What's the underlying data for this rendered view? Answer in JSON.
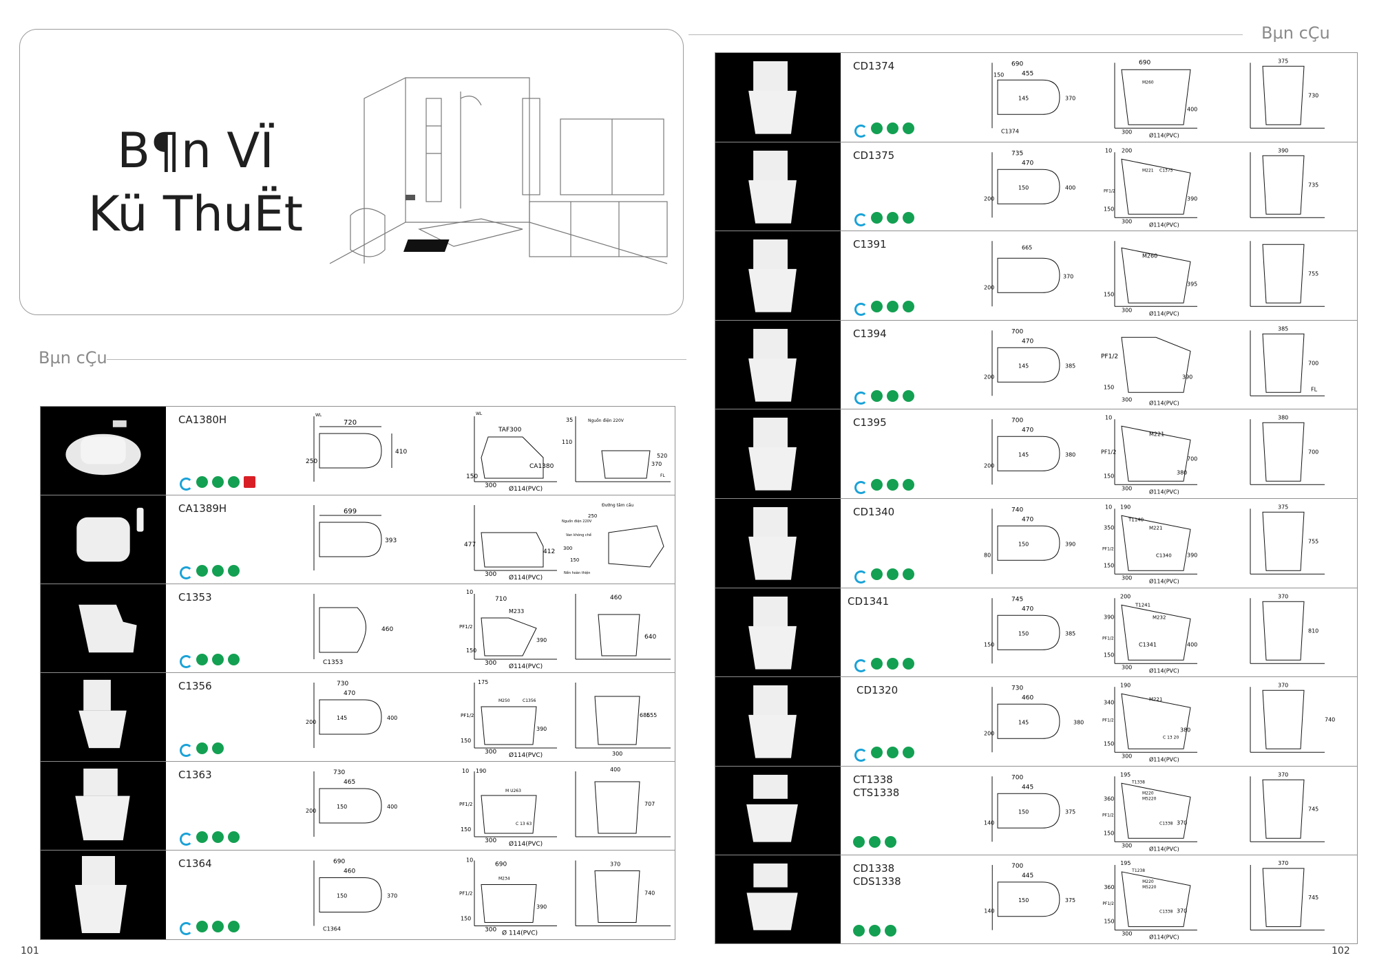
{
  "hero": {
    "title_line1": "B¶n VÏ",
    "title_line2": "Kü ThuËt"
  },
  "sections": {
    "left_label": "Bµn cÇu",
    "right_label": "Bµn cÇu"
  },
  "left_rows": [
    {
      "model": "CA1380H",
      "badges": [
        "drop",
        "green",
        "green",
        "green",
        "if"
      ]
    },
    {
      "model": "CA1389H",
      "badges": [
        "drop",
        "green",
        "green",
        "green"
      ]
    },
    {
      "model": "C1353",
      "badges": [
        "drop",
        "green",
        "green",
        "green"
      ]
    },
    {
      "model": "C1356",
      "badges": [
        "drop",
        "green",
        "green"
      ]
    },
    {
      "model": "C1363",
      "badges": [
        "drop",
        "green",
        "green",
        "green"
      ]
    },
    {
      "model": "C1364",
      "badges": [
        "drop",
        "green",
        "green",
        "green"
      ]
    }
  ],
  "right_rows": [
    {
      "model": "CD1374",
      "badges": [
        "drop",
        "green",
        "green",
        "green"
      ]
    },
    {
      "model": "CD1375",
      "badges": [
        "drop",
        "green",
        "green",
        "green"
      ]
    },
    {
      "model": "C1391",
      "badges": [
        "drop",
        "green",
        "green",
        "green"
      ]
    },
    {
      "model": "C1394",
      "badges": [
        "drop",
        "green",
        "green",
        "green"
      ]
    },
    {
      "model": "C1395",
      "badges": [
        "drop",
        "green",
        "green",
        "green"
      ]
    },
    {
      "model": "CD1340",
      "badges": [
        "drop",
        "green",
        "green",
        "green"
      ]
    },
    {
      "model": "CD1341",
      "badges": [
        "drop",
        "green",
        "green",
        "green"
      ]
    },
    {
      "model": "CD1320",
      "badges": [
        "drop",
        "green",
        "green",
        "green"
      ]
    },
    {
      "model": "CT1338\nCTS1338",
      "badges": [
        "green",
        "green",
        "green"
      ]
    },
    {
      "model": "CD1338\nCDS1338",
      "badges": [
        "green",
        "green",
        "green"
      ]
    }
  ],
  "drawing_text": {
    "wl": "WL",
    "fl": "FL",
    "pipe": "Ø114(PVC)",
    "pipe_sp": "Ø 114(PVC)",
    "setback": "300",
    "power": "Nguồn điện 220V",
    "power2": "Nguồn điện 220V",
    "hot_line": "Đường tâm cấu",
    "valve": "Van khóng chế",
    "floor": "Nền hoàn thiện",
    "r1": {
      "a": "720",
      "b": "410",
      "c": "250",
      "d": "TAF300",
      "e": "CA1380",
      "f": "150",
      "g": "35",
      "h": "110",
      "i": "370",
      "j": "520"
    },
    "r2": {
      "a": "699",
      "b": "393",
      "c": "477",
      "d": "412",
      "e": "300",
      "f": "250",
      "g": "300",
      "h": "150"
    },
    "r3": {
      "a": "460",
      "b": "C1353",
      "c": "10",
      "d": "710",
      "e": "M233",
      "f": "PF1/2",
      "g": "390",
      "h": "150",
      "i": "460",
      "j": "640"
    },
    "r4": {
      "a": "730",
      "b": "470",
      "c": "145",
      "d": "400",
      "e": "200",
      "f": "175",
      "g": "M250",
      "h": "C1356",
      "i": "PF1/2",
      "j": "390",
      "k": "150",
      "l": "685",
      "m": "655",
      "n": "300"
    },
    "r5": {
      "a": "730",
      "b": "465",
      "c": "150",
      "d": "400",
      "e": "200",
      "f": "10",
      "g": "190",
      "h": "M U263",
      "i": "C 13 63",
      "j": "PF1/2",
      "k": "150",
      "l": "400",
      "m": "707"
    },
    "r6": {
      "a": "690",
      "b": "460",
      "c": "150",
      "d": "370",
      "e": "C1364",
      "f": "10",
      "g": "690",
      "h": "M234",
      "i": "PF1/2",
      "j": "390",
      "k": "150",
      "l": "370",
      "m": "740"
    },
    "q1": {
      "a": "690",
      "b": "455",
      "c": "150",
      "d": "145",
      "e": "370",
      "f": "C1374",
      "g": "690",
      "h": "M260",
      "i": "400",
      "j": "375",
      "k": "730"
    },
    "q2": {
      "a": "735",
      "b": "470",
      "c": "150",
      "d": "400",
      "e": "200",
      "f": "10",
      "g": "200",
      "h": "M221",
      "i": "C1375",
      "j": "390",
      "k": "150",
      "l": "390",
      "m": "735",
      "n": "PF1/2"
    },
    "q3": {
      "a": "665",
      "b": "370",
      "c": "200",
      "d": "M260",
      "e": "395",
      "f": "150",
      "g": "755"
    },
    "q4": {
      "a": "700",
      "b": "470",
      "c": "145",
      "d": "385",
      "e": "200",
      "f": "PF1/2",
      "g": "390",
      "h": "150",
      "i": "385",
      "j": "700"
    },
    "q5": {
      "a": "700",
      "b": "470",
      "c": "145",
      "d": "380",
      "e": "200",
      "f": "10",
      "g": "M221",
      "h": "PF1/2",
      "i": "700",
      "j": "380",
      "k": "150",
      "l": "380",
      "m": "700"
    },
    "q6": {
      "a": "740",
      "b": "470",
      "c": "150",
      "d": "390",
      "e": "80",
      "f": "10",
      "g": "190",
      "h": "T1140",
      "i": "M221",
      "j": "350",
      "k": "C1340",
      "l": "390",
      "m": "150",
      "n": "375",
      "o": "755",
      "p": "PF1/2"
    },
    "q7": {
      "a": "745",
      "b": "470",
      "c": "150",
      "d": "385",
      "e": "150",
      "f": "200",
      "g": "T1241",
      "h": "M232",
      "i": "390",
      "j": "C1341",
      "k": "400",
      "l": "150",
      "m": "370",
      "n": "810",
      "o": "PF1/2"
    },
    "q8": {
      "a": "730",
      "b": "460",
      "c": "145",
      "d": "380",
      "e": "200",
      "f": "190",
      "g": "M221",
      "h": "340",
      "i": "380",
      "j": "C 13 20",
      "k": "150",
      "l": "370",
      "m": "740",
      "n": "PF1/2"
    },
    "q9": {
      "a": "700",
      "b": "445",
      "c": "150",
      "d": "375",
      "e": "140",
      "f": "195",
      "g": "T1338",
      "h": "M220",
      "i": "M5220",
      "j": "360",
      "k": "C1338",
      "l": "370",
      "m": "150",
      "n": "370",
      "o": "745",
      "p": "PF1/2"
    },
    "q10": {
      "a": "700",
      "b": "445",
      "c": "150",
      "d": "375",
      "e": "140",
      "f": "195",
      "g": "T1238",
      "h": "M220",
      "i": "M5220",
      "j": "360",
      "k": "C1338",
      "l": "370",
      "m": "150",
      "n": "370",
      "o": "745",
      "p": "PF1/2"
    }
  },
  "page_numbers": {
    "left": "101",
    "right": "102"
  }
}
